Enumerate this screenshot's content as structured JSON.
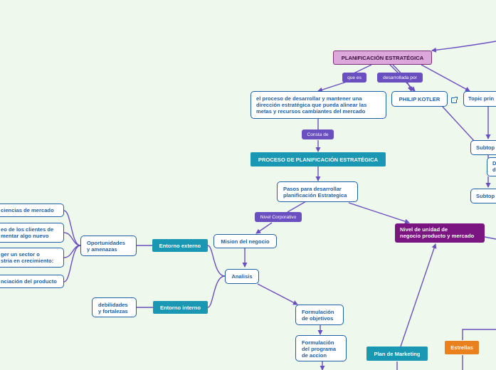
{
  "nodes": {
    "root": "PLANIFICACIÓN ESTRATÉGICA",
    "definition_line1": "el proceso de desarrollar y mantener una",
    "definition_line2": "dirección estratégica que pueda alinear las",
    "definition_line3": "metas y recursos cambiantes del mercado",
    "philip_kotler": "PHILIP KOTLER",
    "topic_primary": "Topic prin",
    "subtopic_1": "Subtop",
    "subtopic_mid_line1": "D",
    "subtopic_mid_line2": "d",
    "subtopic_2": "Subtop",
    "process": "PROCESO DE PLANIFICACIÓN ESTRATÉGICA",
    "steps_line1": "Pasos para desarrollar",
    "steps_line2": "planificación Estrategica",
    "business_unit_line1": "Nivel de unidad de",
    "business_unit_line2": "negocio producto y mercado",
    "mission": "Mision del negocio",
    "analysis": "Analisis",
    "external_env": "Entorno externo",
    "internal_env": "Entorno interno",
    "opportunities_line1": "Oportunidades",
    "opportunities_line2": "y amenazas",
    "weaknesses_line1": "debilidades",
    "weaknesses_line2": "y fortalezas",
    "objectives_line1": "Formulación",
    "objectives_line2": "de objetivos",
    "program_line1": "Formulación",
    "program_line2": "del programa",
    "program_line3": "de accion",
    "marketing_plan": "Plan de Marketing",
    "stars": "Estrellas",
    "left_1": "ciencias de mercado",
    "left_2_line1": "eo de los clientes de",
    "left_2_line2": "mentar algo nuevo",
    "left_3_line1": "ger un sector o",
    "left_3_line2": "stria en crecimiento:",
    "left_4": "nciación del producto"
  },
  "labels": {
    "que_es": "que es",
    "desarrollada_por": "desarrollada por",
    "consta_de": "Consta de",
    "nivel_corporativo": "Nivel Corporativo"
  },
  "colors": {
    "background": "#eef8ec",
    "link_line": "#6a4fc0",
    "outline_text": "#1f5fa8",
    "teal_node": "#1a98b3",
    "root_fill": "#dca8dc",
    "dark_purple_node": "#7a1582",
    "orange_node": "#e8811e",
    "relationship_label": "#6a4fc0"
  },
  "icons": {
    "philip_kotler_link": "external-link-icon"
  }
}
